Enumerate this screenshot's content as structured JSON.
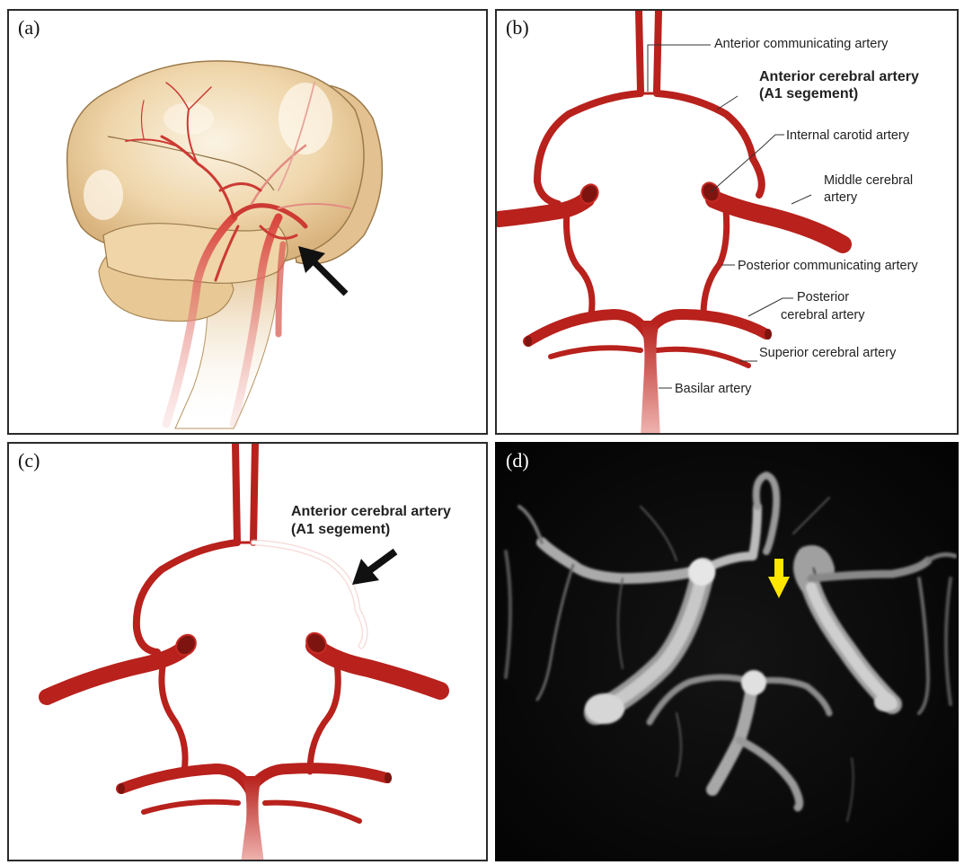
{
  "panels": {
    "a": {
      "label": "(a)"
    },
    "b": {
      "label": "(b)",
      "annotations": {
        "acom": "Anterior communicating artery",
        "aca_line1": "Anterior cerebral artery",
        "aca_line2": "(A1 segement)",
        "ica": "Internal carotid artery",
        "mca_line1": "Middle cerebral",
        "mca_line2": "artery",
        "pcom": "Posterior communicating artery",
        "pca_line1": "Posterior",
        "pca_line2": "cerebral artery",
        "sca": "Superior cerebral artery",
        "basilar": "Basilar artery"
      }
    },
    "c": {
      "label": "(c)",
      "annotations": {
        "aca_line1": "Anterior cerebral artery",
        "aca_line2": "(A1 segement)"
      }
    },
    "d": {
      "label": "(d)"
    }
  },
  "colors": {
    "artery": "#b8211c",
    "artery_light": "#e0524a",
    "brain": "#ecd2a6",
    "arrow_black": "#111111",
    "arrow_yellow": "#ffe600"
  }
}
